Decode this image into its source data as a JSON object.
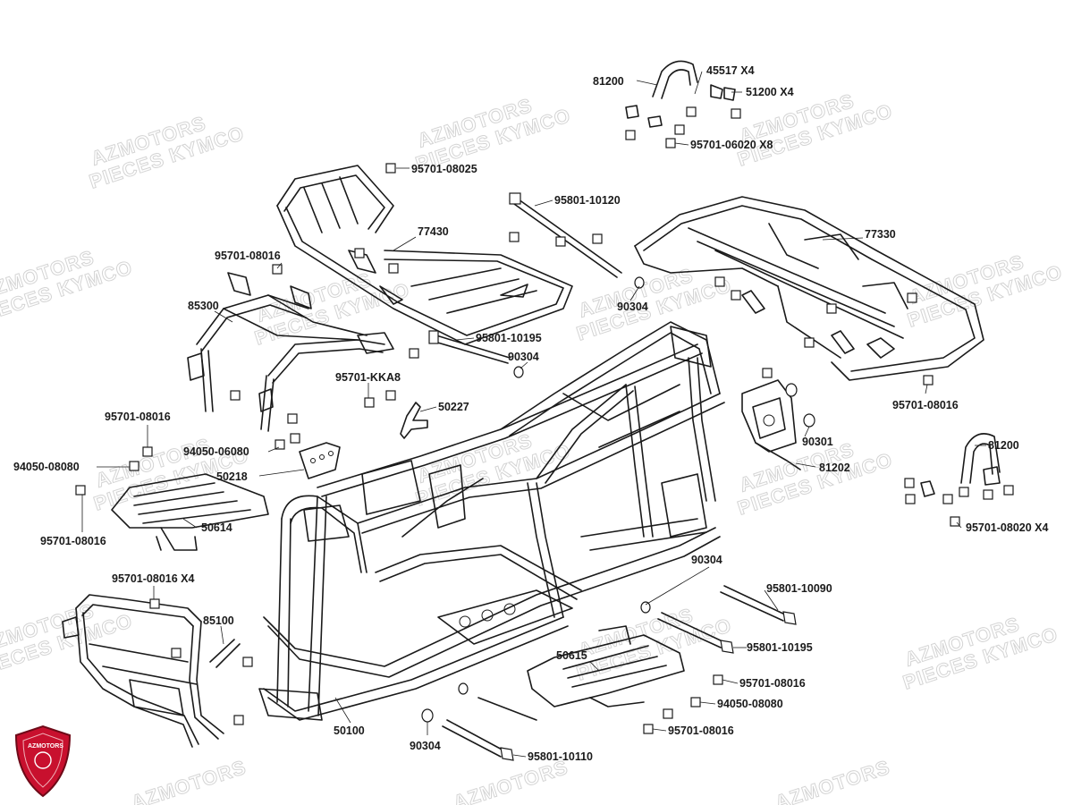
{
  "watermark": {
    "line1": "AZMOTORS",
    "line2": "PIECES KYMCO"
  },
  "logo": {
    "text": "AZMOTORS",
    "color": "#c8102e"
  },
  "callouts": {
    "c81200_top": "81200",
    "c45517": "45517 X4",
    "c51200": "51200 X4",
    "c95701_06020": "95701-06020 X8",
    "c95701_08025": "95701-08025",
    "c95801_10120": "95801-10120",
    "c77430": "77430",
    "c77330": "77330",
    "c95701_08016_a": "95701-08016",
    "c85300": "85300",
    "c90304_a": "90304",
    "c95801_10195_a": "95801-10195",
    "c90304_b": "90304",
    "c95701_KKA8": "95701-KKA8",
    "c50227": "50227",
    "c95701_08016_b": "95701-08016",
    "c94050_06080": "94050-06080",
    "c94050_08080_a": "94050-08080",
    "c50218": "50218",
    "c50614": "50614",
    "c95701_08016_c": "95701-08016",
    "c95701_08016_d": "95701-08016",
    "c90301": "90301",
    "c81202": "81202",
    "c81200_right": "81200",
    "c95701_08020": "95701-08020 X4",
    "c95701_08016_x4": "95701-08016 X4",
    "c90304_c": "90304",
    "c95801_10090": "95801-10090",
    "c85100": "85100",
    "c95801_10195_b": "95801-10195",
    "c50615": "50615",
    "c95701_08016_e": "95701-08016",
    "c94050_08080_b": "94050-08080",
    "c95701_08016_f": "95701-08016",
    "c50100": "50100",
    "c90304_d": "90304",
    "c95801_10110": "95801-10110"
  }
}
